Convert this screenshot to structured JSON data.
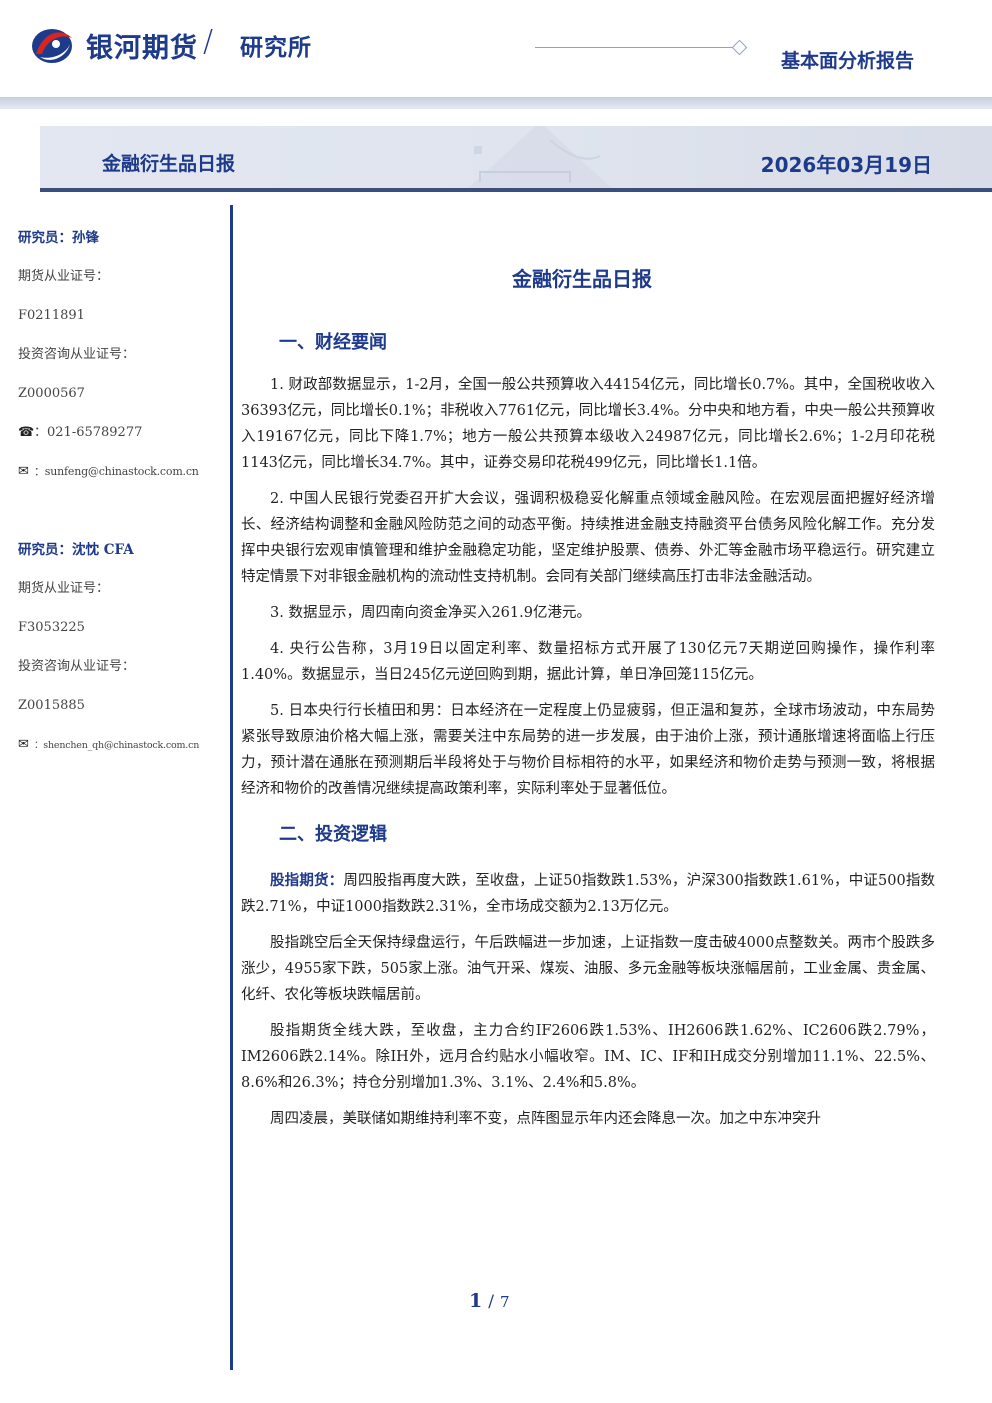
{
  "header": {
    "brand": "银河期货",
    "slash": "/",
    "sub": "研究所",
    "report_type": "基本面分析报告"
  },
  "banner": {
    "title": "金融衍生品日报",
    "date": "2026年03月19日"
  },
  "sidebar": {
    "analysts": [
      {
        "name": "研究员：孙锋",
        "futures_cert_label": "期货从业证号：",
        "futures_cert": "F0211891",
        "advisory_cert_label": "投资咨询从业证号：",
        "advisory_cert": "Z0000567",
        "phone_icon": "☎",
        "phone": "：021-65789277",
        "email_icon": "✉",
        "email": "：sunfeng@chinastock.com.cn"
      },
      {
        "name": "研究员：沈忱 CFA",
        "futures_cert_label": "期货从业证号：",
        "futures_cert": "F3053225",
        "advisory_cert_label": "投资咨询从业证号：",
        "advisory_cert": "Z0015885",
        "email_icon": "✉",
        "email": "：shenchen_qh@chinastock.com.cn"
      }
    ]
  },
  "main": {
    "title": "金融衍生品日报",
    "sections": [
      {
        "heading": "一、财经要闻",
        "paragraphs": [
          "1. 财政部数据显示，1-2月，全国一般公共预算收入44154亿元，同比增长0.7%。其中，全国税收收入36393亿元，同比增长0.1%；非税收入7761亿元，同比增长3.4%。分中央和地方看，中央一般公共预算收入19167亿元，同比下降1.7%；地方一般公共预算本级收入24987亿元，同比增长2.6%；1-2月印花税1143亿元，同比增长34.7%。其中，证券交易印花税499亿元，同比增长1.1倍。",
          "2. 中国人民银行党委召开扩大会议，强调积极稳妥化解重点领域金融风险。在宏观层面把握好经济增长、经济结构调整和金融风险防范之间的动态平衡。持续推进金融支持融资平台债务风险化解工作。充分发挥中央银行宏观审慎管理和维护金融稳定功能，坚定维护股票、债券、外汇等金融市场平稳运行。研究建立特定情景下对非银金融机构的流动性支持机制。会同有关部门继续高压打击非法金融活动。",
          "3. 数据显示，周四南向资金净买入261.9亿港元。",
          "4. 央行公告称，3月19日以固定利率、数量招标方式开展了130亿元7天期逆回购操作，操作利率1.40%。数据显示，当日245亿元逆回购到期，据此计算，单日净回笼115亿元。",
          "5. 日本央行行长植田和男：日本经济在一定程度上仍显疲弱，但正温和复苏，全球市场波动，中东局势紧张导致原油价格大幅上涨，需要关注中东局势的进一步发展，由于油价上涨，预计通胀增速将面临上行压力，预计潜在通胀在预测期后半段将处于与物价目标相符的水平，如果经济和物价走势与预测一致，将根据经济和物价的改善情况继续提高政策利率，实际利率处于显著低位。"
        ]
      },
      {
        "heading": "二、投资逻辑",
        "lead": "股指期货：",
        "lead_text": "周四股指再度大跌，至收盘，上证50指数跌1.53%，沪深300指数跌1.61%，中证500指数跌2.71%，中证1000指数跌2.31%，全市场成交额为2.13万亿元。",
        "paragraphs": [
          "股指跳空后全天保持绿盘运行，午后跌幅进一步加速，上证指数一度击破4000点整数关。两市个股跌多涨少，4955家下跌，505家上涨。油气开采、煤炭、油服、多元金融等板块涨幅居前，工业金属、贵金属、化纤、农化等板块跌幅居前。",
          "股指期货全线大跌，至收盘，主力合约IF2606跌1.53%、IH2606跌1.62%、IC2606跌2.79%，IM2606跌2.14%。除IH外，远月合约贴水小幅收窄。IM、IC、IF和IH成交分别增加11.1%、22.5%、8.6%和26.3%；持仓分别增加1.3%、3.1%、2.4%和5.8%。",
          "周四凌晨，美联储如期维持利率不变，点阵图显示年内还会降息一次。加之中东冲突升"
        ]
      }
    ]
  },
  "footer": {
    "page_current": "1",
    "page_sep": "/",
    "page_total": "7"
  }
}
